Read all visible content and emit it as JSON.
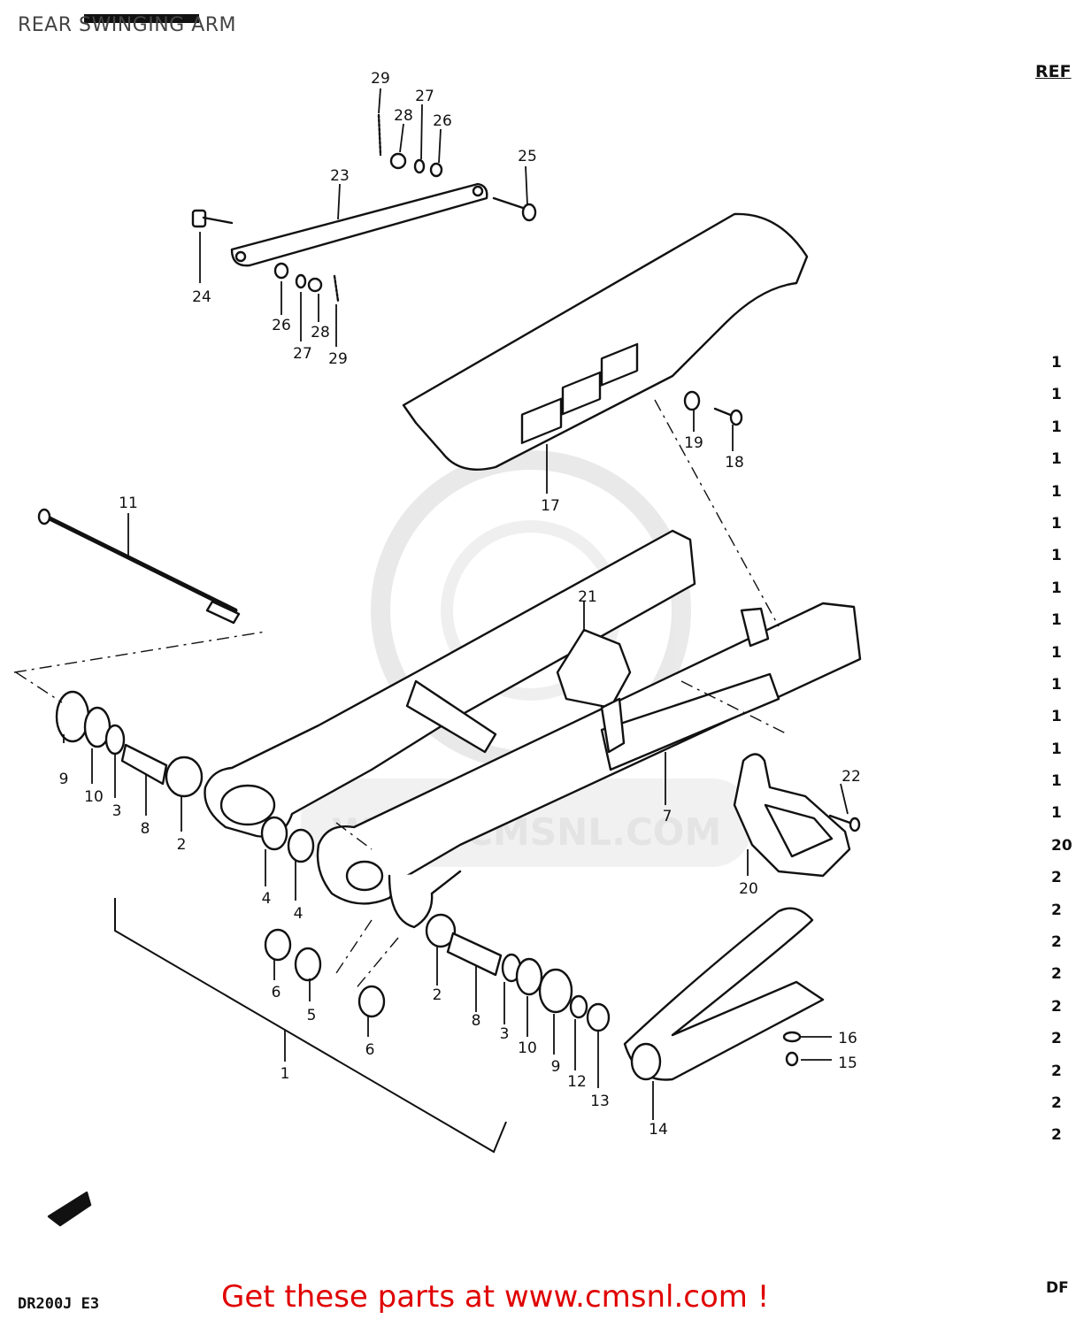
{
  "title": "REAR SWINGING ARM",
  "ref_header": "REF",
  "model_code": "DR200J  E3",
  "corner_code": "DF",
  "cta_text": "Get these parts at www.cmsnl.com !",
  "watermark": "WWW.CMSNL.COM",
  "ref_column": [
    "1",
    "1",
    "1",
    "1",
    "1",
    "1",
    "1",
    "1",
    "1",
    "1",
    "1",
    "1",
    "1",
    "1",
    "1",
    "20",
    "2",
    "2",
    "2",
    "2",
    "2",
    "2",
    "2",
    "2",
    "2"
  ],
  "callouts": {
    "p1": "1",
    "p2a": "2",
    "p2b": "2",
    "p3a": "3",
    "p3b": "3",
    "p4a": "4",
    "p4b": "4",
    "p5": "5",
    "p6a": "6",
    "p6b": "6",
    "p7": "7",
    "p8a": "8",
    "p8b": "8",
    "p9a": "9",
    "p9b": "9",
    "p10a": "10",
    "p10b": "10",
    "p11": "11",
    "p12": "12",
    "p13": "13",
    "p14": "14",
    "p15": "15",
    "p16": "16",
    "p17": "17",
    "p18": "18",
    "p19": "19",
    "p20": "20",
    "p21": "21",
    "p22": "22",
    "p23": "23",
    "p24": "24",
    "p25": "25",
    "p26a": "26",
    "p26b": "26",
    "p27a": "27",
    "p27b": "27",
    "p28a": "28",
    "p28b": "28",
    "p29a": "29",
    "p29b": "29"
  },
  "colors": {
    "cta": "#e00000",
    "line": "#111111",
    "watermark": "#d8d8d8"
  }
}
